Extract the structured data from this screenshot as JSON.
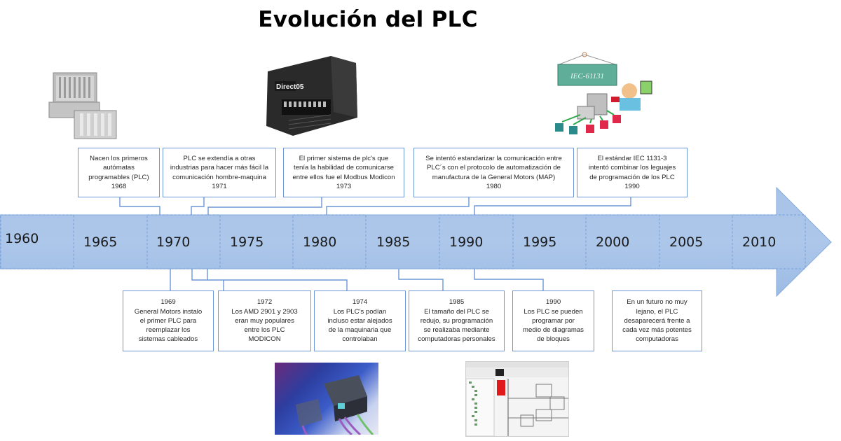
{
  "title": "Evolución del PLC",
  "colors": {
    "arrow_fill": "#a9c4e8",
    "arrow_stroke": "#7ea6dc",
    "box_border": "#6c96d6",
    "connector": "#6c96d6",
    "text": "#262626"
  },
  "timeline": {
    "years": [
      "1960",
      "1965",
      "1970",
      "1975",
      "1980",
      "1985",
      "1990",
      "1995",
      "2000",
      "2005",
      "2010"
    ]
  },
  "events_above": [
    {
      "year": "1968",
      "text": "Nacen los primeros\nautómatas\nprogramables (PLC)\n1968"
    },
    {
      "year": "1971",
      "text": "PLC se extendía a otras\nindustrias para hacer más fácil la\ncomunicación hombre-maquina\n1971"
    },
    {
      "year": "1973",
      "text": "El primer sistema de plc's que\ntenía la habilidad de comunicarse\nentre ellos fue el Modbus Modicon\n1973"
    },
    {
      "year": "1980",
      "text": "Se intentó estandarizar la comunicación entre\nPLC´s con el protocolo de automatización de\nmanufactura de la General Motors (MAP)\n1980"
    },
    {
      "year": "1990",
      "text": "El estándar IEC 1131-3\nintentó combinar los leguajes\nde programación de los PLC\n1990"
    }
  ],
  "events_below": [
    {
      "year": "1969",
      "text": "1969\nGeneral Motors instalo\nel primer PLC para\nreemplazar los\nsistemas cableados"
    },
    {
      "year": "1972",
      "text": "1972\nLos AMD 2901 y 2903\neran muy populares\nentre los PLC\nMODICON"
    },
    {
      "year": "1974",
      "text": "1974\nLos PLC's podían\nincluso estar alejados\nde la maquinaria que\ncontrolaban"
    },
    {
      "year": "1985",
      "text": "1985\nEl tamaño del PLC se\nredujo, su programación\nse realizaba mediante\ncomputadoras personales"
    },
    {
      "year": "1990",
      "text": "1990\nLos PLC se pueden\nprogramar por\nmedio de diagramas\nde bloques"
    },
    {
      "year": "future",
      "text": "En un futuro no muy\nlejano, el PLC\ndesaparecerá frente a\ncada vez más potentes\ncomputadoras"
    }
  ],
  "images": [
    {
      "name": "early-plc-rack-photo"
    },
    {
      "name": "direct05-plc-photo"
    },
    {
      "name": "iec-61131-illustration",
      "sign_text": "IEC-61131"
    },
    {
      "name": "networked-plc-photo"
    },
    {
      "name": "plc-programming-software-screenshot"
    }
  ]
}
